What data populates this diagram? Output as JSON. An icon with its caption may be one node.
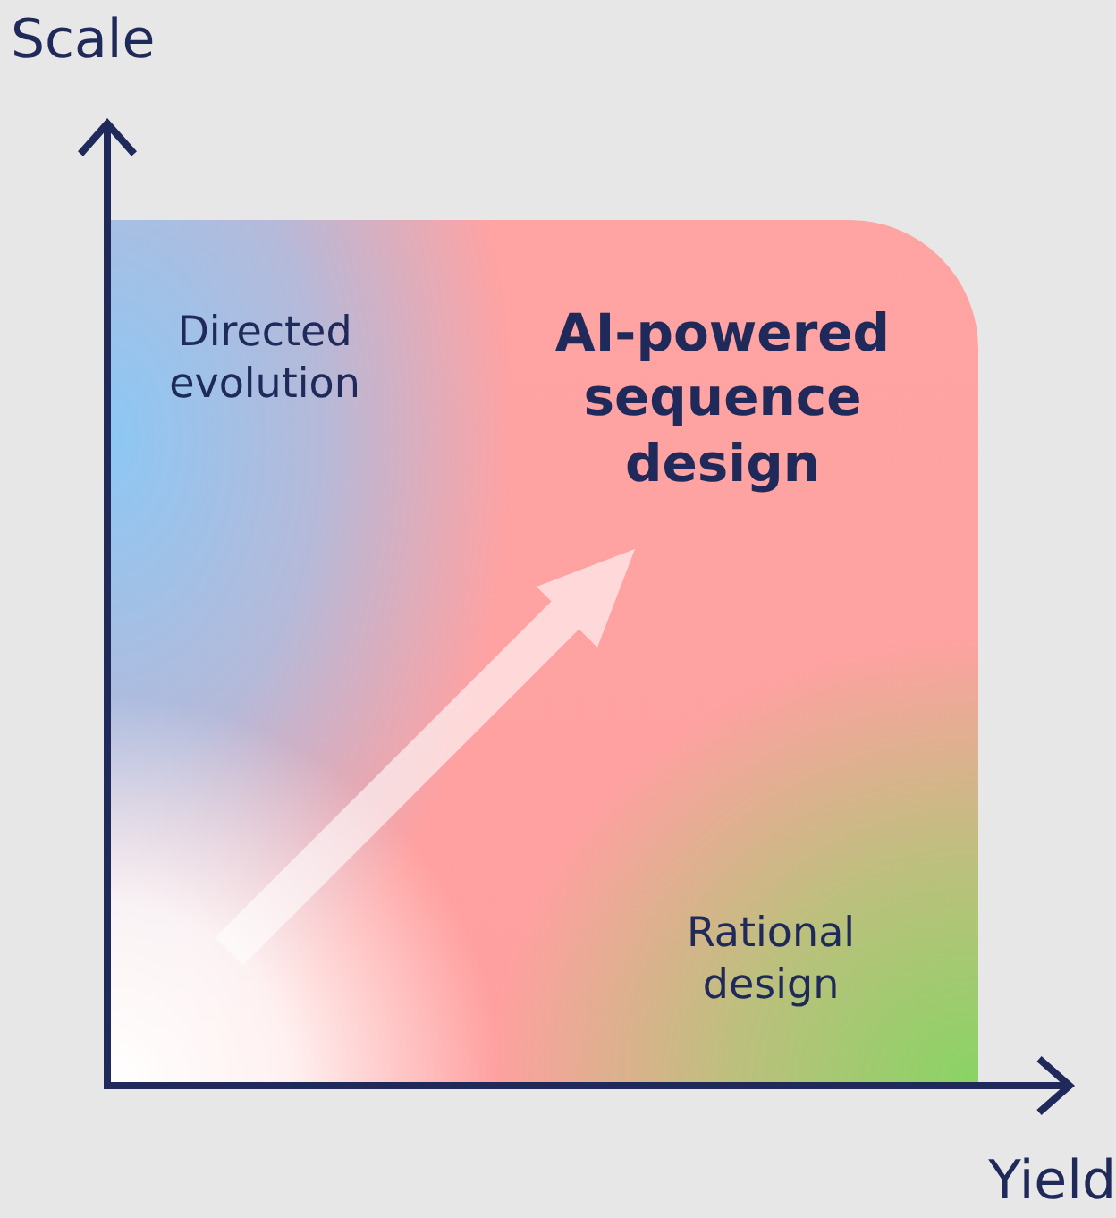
{
  "diagram": {
    "labels": [
      "Scale",
      "Directed evolution",
      "AI-powered sequence design",
      "Rational design",
      "Yield"
    ]
  }
}
